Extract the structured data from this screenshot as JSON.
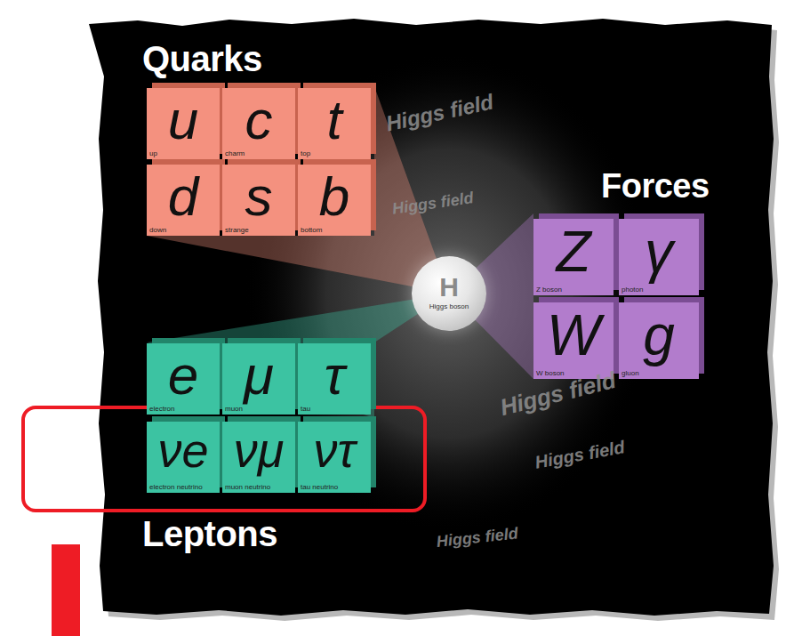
{
  "diagram": {
    "nodes": [
      {
        "text": [
          "u",
          "up"
        ]
      },
      {
        "text": [
          "c",
          "charm"
        ]
      },
      {
        "text": [
          "t",
          "top"
        ]
      },
      {
        "text": [
          "d",
          "down"
        ]
      },
      {
        "text": [
          "s",
          "strange"
        ]
      },
      {
        "text": [
          "b",
          "bottom"
        ]
      },
      {
        "text": [
          "Z",
          "Z boson"
        ]
      },
      {
        "text": [
          "γ",
          "photon"
        ]
      },
      {
        "text": [
          "W",
          "W boson"
        ]
      },
      {
        "text": [
          "g",
          "gluon"
        ]
      },
      {
        "text": [
          "H",
          "Higgs boson"
        ]
      },
      {
        "text": [
          "e",
          "electron"
        ]
      },
      {
        "text": [
          "μ",
          "muon"
        ]
      },
      {
        "text": [
          "τ",
          "tau"
        ]
      },
      {
        "text": [
          "νe",
          "electron neutrino"
        ]
      },
      {
        "text": [
          "νμ",
          "muon neutrino"
        ]
      },
      {
        "text": [
          "ντ",
          "tau neutrino"
        ]
      }
    ],
    "labels": [
      "Quarks",
      "Forces",
      "Leptons",
      "Higgs field",
      "Higgs field",
      "Higgs field",
      "Higgs field",
      "Higgs field"
    ]
  }
}
